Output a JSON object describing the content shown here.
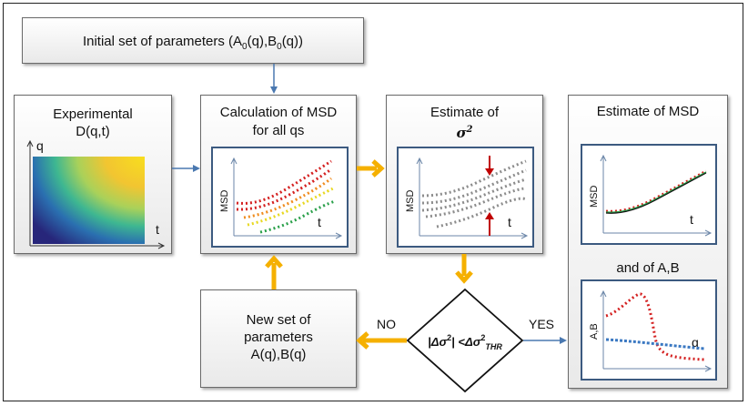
{
  "initial_box": {
    "prefix": "Initial set of parameters (A",
    "sub0": "0",
    "mid": "(q),B",
    "sub1": "0",
    "suffix": "(q))"
  },
  "experimental": {
    "line1": "Experimental",
    "line2": "D(q,t)",
    "axis_y": "q",
    "axis_x": "t"
  },
  "calc": {
    "line1": "Calculation of MSD",
    "line2": "for all qs",
    "axis_y": "MSD",
    "axis_x": "t"
  },
  "estimate_sigma": {
    "line1": "Estimate of",
    "symbol": "σ",
    "exponent": "2",
    "axis_y": "MSD",
    "axis_x": "t"
  },
  "estimate_msd": {
    "title": "Estimate of MSD",
    "axis_y": "MSD",
    "axis_x": "t"
  },
  "estimate_ab": {
    "title": "and of A,B",
    "axis_y": "A,B",
    "axis_x": "q"
  },
  "new_params": {
    "line1": "New set of",
    "line2": "parameters",
    "line3": "A(q),B(q)"
  },
  "decision": {
    "left": "|Δσ",
    "sup1": "2",
    "mid": "| <Δσ",
    "sup2": "2",
    "sub": "THR"
  },
  "labels": {
    "no": "NO",
    "yes": "YES"
  },
  "colors": {
    "arrow_orange": "#f5b000",
    "arrow_blue": "#4a78b0",
    "panel_border": "#3c5a80"
  }
}
